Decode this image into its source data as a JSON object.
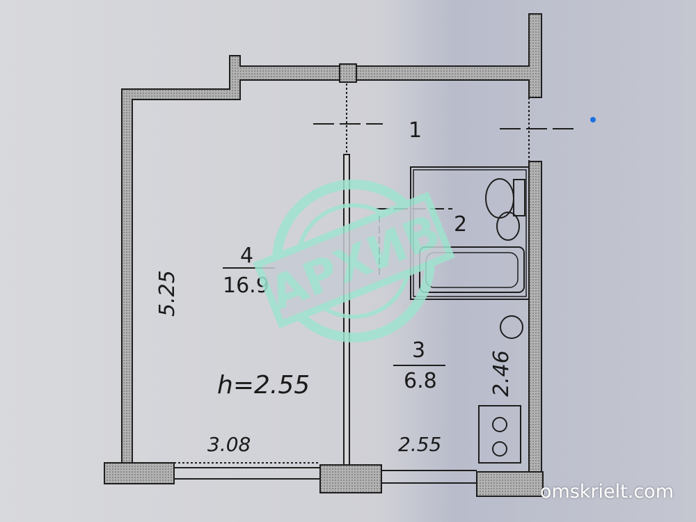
{
  "rooms": [
    {
      "number": "1"
    },
    {
      "number": "2"
    },
    {
      "number": "3",
      "area": "6.8"
    },
    {
      "number": "4",
      "area": "16.9"
    }
  ],
  "dimensions": {
    "left_height": "5.25",
    "ceiling": "h=2.55",
    "bottom_left": "3.08",
    "bottom_right": "2.55",
    "right_side": "2.46"
  },
  "stamp": {
    "text": "АРХИВ",
    "color": "#9fe3cf"
  },
  "watermark": "omskrielt.com",
  "colors": {
    "wall": "#a7a7a7",
    "line": "#1e1e1e",
    "paper": "#d4d6dc"
  }
}
